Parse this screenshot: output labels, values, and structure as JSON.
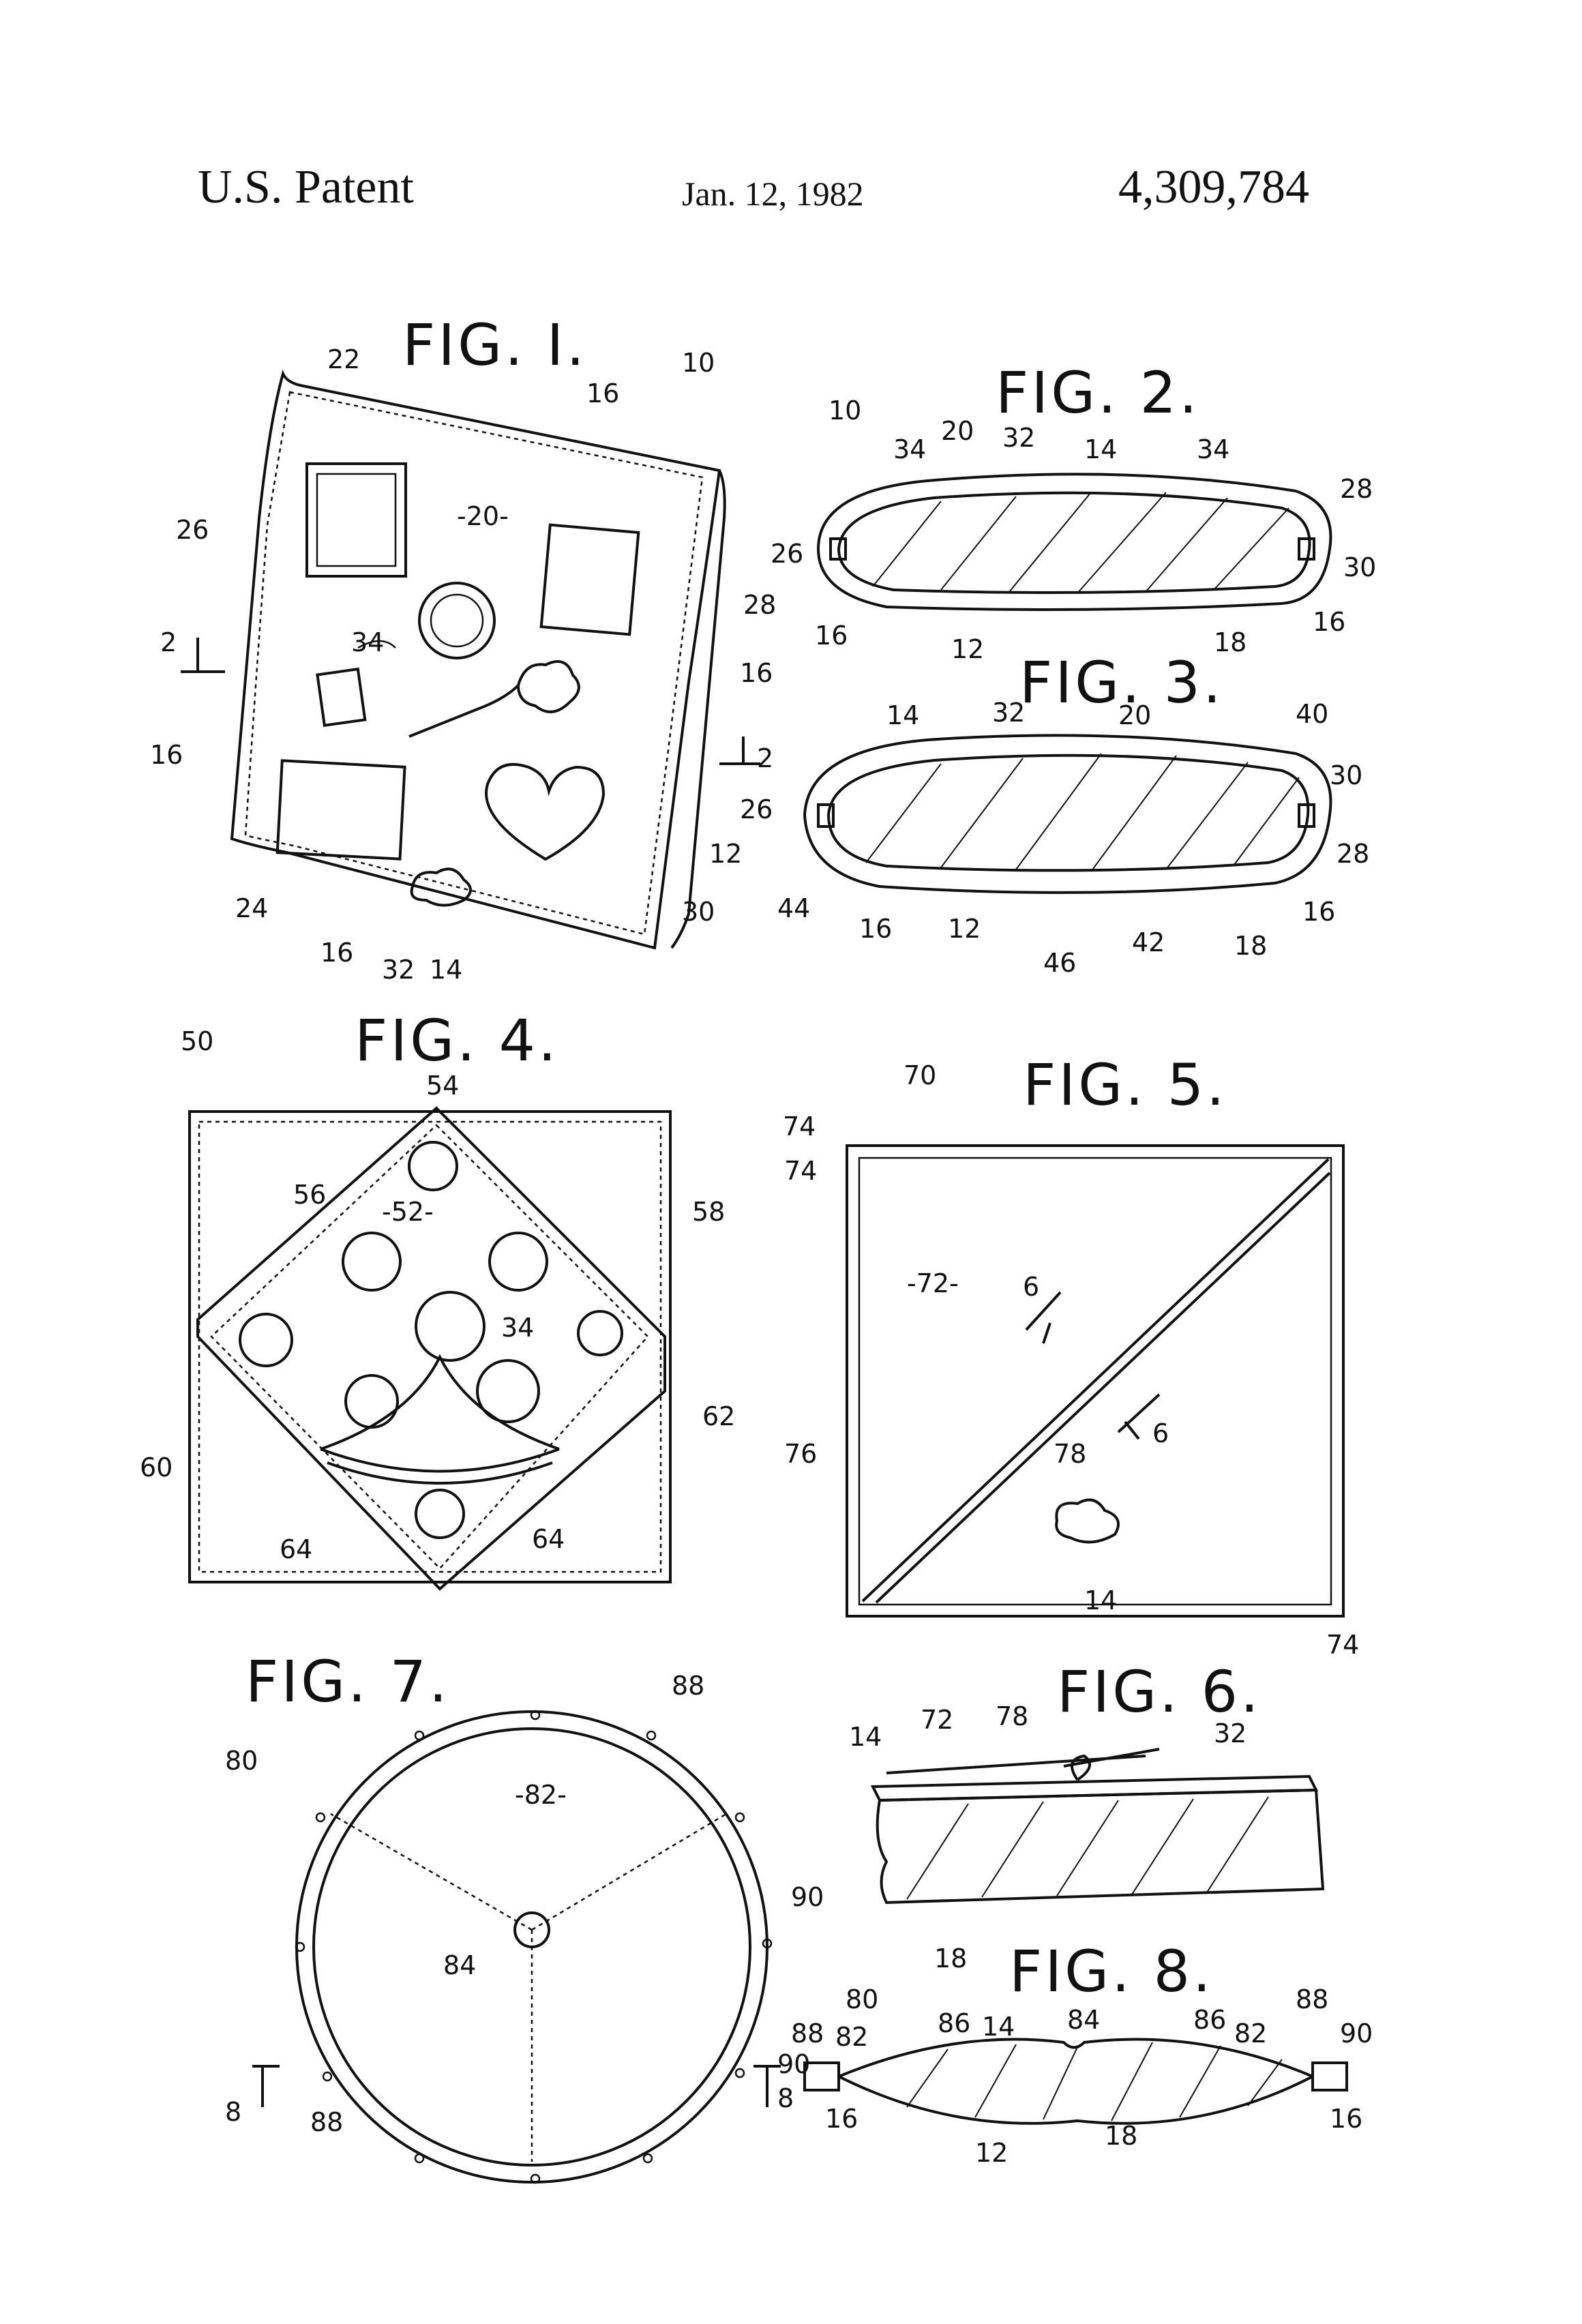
{
  "header": {
    "left": "U.S. Patent",
    "date": "Jan. 12, 1982",
    "number": "4,309,784"
  },
  "figures": {
    "fig1": {
      "title": "FIG. I.",
      "labels": [
        "10",
        "22",
        "16",
        "-20-",
        "26",
        "28",
        "16",
        "2",
        "34",
        "2",
        "16",
        "24",
        "16",
        "32",
        "14",
        "12",
        "30"
      ]
    },
    "fig2": {
      "title": "FIG. 2.",
      "labels": [
        "10",
        "20",
        "34",
        "32",
        "14",
        "34",
        "28",
        "26",
        "30",
        "16",
        "12",
        "18",
        "16"
      ]
    },
    "fig3": {
      "title": "FIG. 3.",
      "labels": [
        "14",
        "32",
        "20",
        "40",
        "30",
        "26",
        "28",
        "44",
        "16",
        "12",
        "46",
        "42",
        "18",
        "16"
      ]
    },
    "fig4": {
      "title": "FIG. 4.",
      "labels": [
        "50",
        "54",
        "56",
        "-52-",
        "58",
        "34",
        "62",
        "60",
        "64",
        "64"
      ]
    },
    "fig5": {
      "title": "FIG. 5.",
      "labels": [
        "70",
        "74",
        "74",
        "-72-",
        "6",
        "6",
        "76",
        "78",
        "14",
        "74"
      ]
    },
    "fig6": {
      "title": "FIG. 6.",
      "labels": [
        "14",
        "72",
        "78",
        "32",
        "18"
      ]
    },
    "fig7": {
      "title": "FIG. 7.",
      "labels": [
        "88",
        "80",
        "-82-",
        "90",
        "84",
        "8",
        "8",
        "88"
      ]
    },
    "fig8": {
      "title": "FIG. 8.",
      "labels": [
        "80",
        "88",
        "82",
        "86",
        "14",
        "84",
        "86",
        "82",
        "88",
        "90",
        "90",
        "16",
        "12",
        "18",
        "16"
      ]
    }
  }
}
